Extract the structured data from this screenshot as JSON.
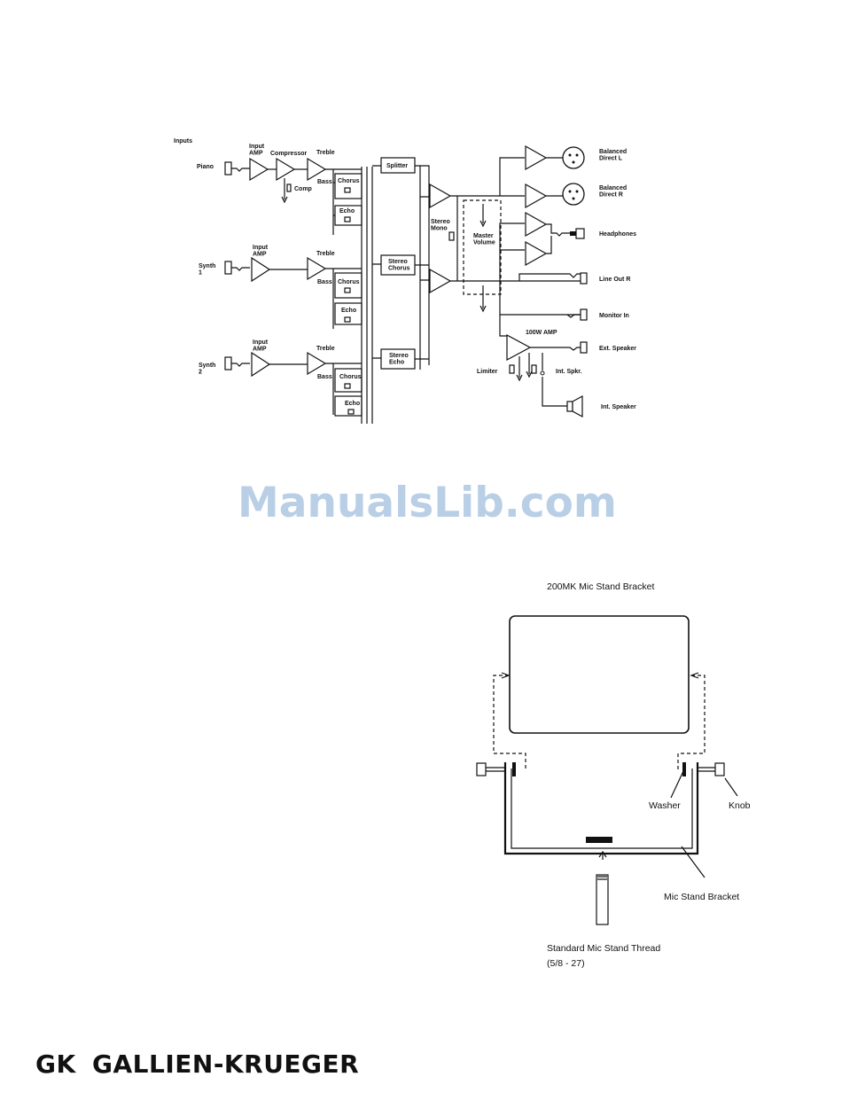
{
  "block_diagram": {
    "inputs_heading": "Inputs",
    "inputs": [
      "Piano",
      "Synth\n1",
      "Synth\n2"
    ],
    "stage_labels": {
      "input_amp": "Input\nAMP",
      "compressor": "Compressor",
      "comp": "Comp",
      "treble": "Treble",
      "bass": "Bass",
      "chorus": "Chorus",
      "echo": "Echo"
    },
    "effect_boxes": [
      "Splitter",
      "Stereo\nChorus",
      "Stereo\nEcho"
    ],
    "stereo_mono": "Stereo\nMono",
    "master_volume": "Master\nVolume",
    "amp_label": "100W AMP",
    "limiter": "Limiter",
    "int_spkr": "Int. Spkr.",
    "outputs": [
      "Balanced\nDirect L",
      "Balanced\nDirect R",
      "Headphones",
      "Line Out R",
      "Monitor In",
      "Ext. Speaker",
      "Int. Speaker"
    ]
  },
  "watermark": "ManualsLib.com",
  "bracket_diagram": {
    "title": "200MK Mic Stand Bracket",
    "washer": "Washer",
    "knob": "Knob",
    "bracket": "Mic Stand Bracket",
    "thread_line1": "Standard Mic Stand Thread",
    "thread_line2": "(5/8 - 27)"
  },
  "logo": {
    "mark": "GK",
    "text": "GALLIEN-KRUEGER"
  }
}
